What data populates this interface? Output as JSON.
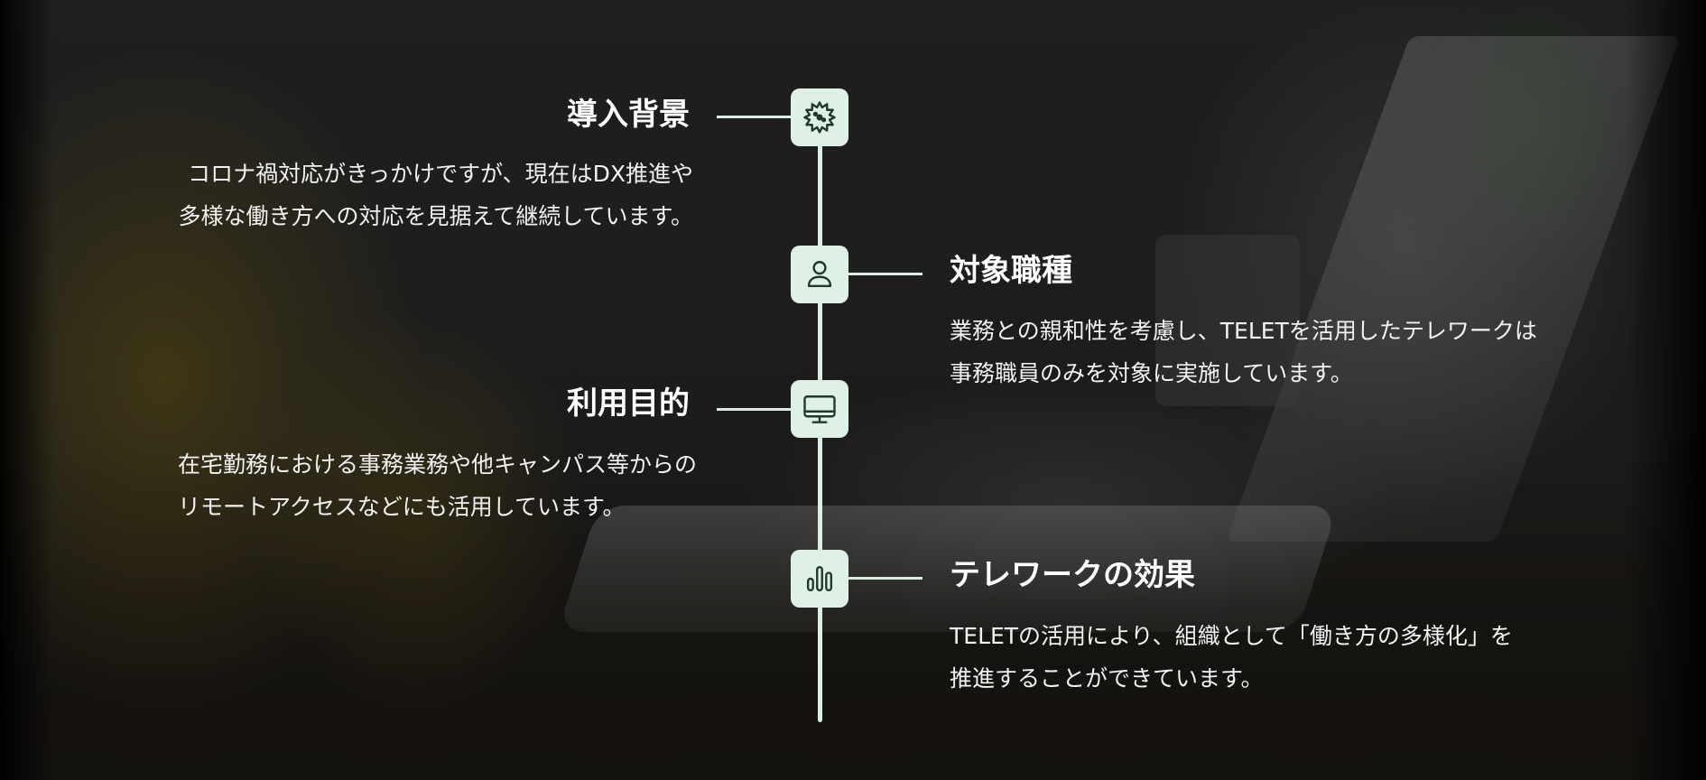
{
  "accent_color": "#dbeee3",
  "items": [
    {
      "icon": "virus-gear-icon",
      "title": "導入背景",
      "lines": [
        "コロナ禍対応がきっかけですが、現在はDX推進や",
        "多様な働き方への対応を見据えて継続しています。"
      ]
    },
    {
      "icon": "person-icon",
      "title": "対象職種",
      "lines": [
        "業務との親和性を考慮し、TELETを活用したテレワークは",
        "事務職員のみを対象に実施しています。"
      ]
    },
    {
      "icon": "monitor-icon",
      "title": "利用目的",
      "lines": [
        "在宅勤務における事務業務や他キャンパス等からの",
        "リモートアクセスなどにも活用しています。"
      ]
    },
    {
      "icon": "bar-chart-icon",
      "title": "テレワークの効果",
      "lines": [
        "TELETの活用により、組織として「働き方の多様化」を",
        "推進することができています。"
      ]
    }
  ]
}
